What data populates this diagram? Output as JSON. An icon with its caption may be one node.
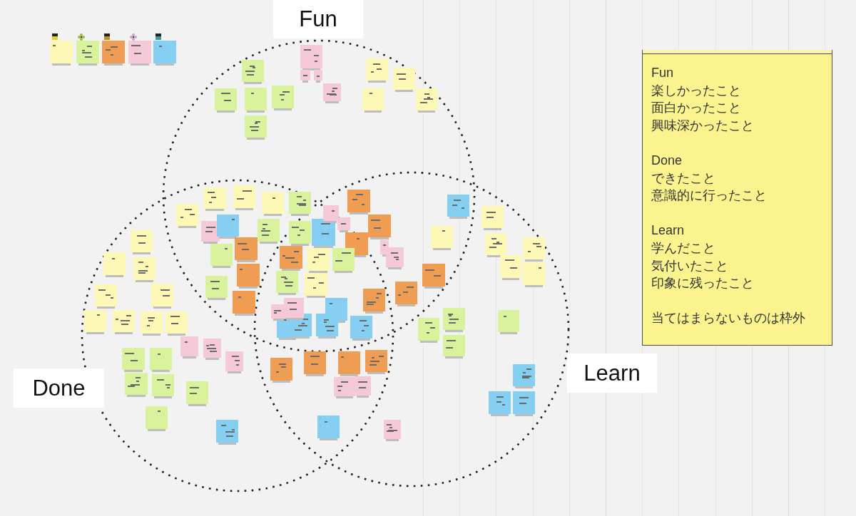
{
  "diagram": {
    "nodes": [
      {
        "text": [
          "Fun"
        ]
      },
      {
        "text": [
          "Done"
        ]
      },
      {
        "text": [
          "Learn"
        ]
      },
      {
        "text": [
          "Fun",
          "楽しかったこと",
          "面白かったこと",
          "興味深かったこと",
          "Done",
          "できたこと",
          "意識的に行ったこと",
          "Learn",
          "学んだこと",
          "気付いたこと",
          "印象に残ったこと",
          "当てはまらないものは枠外"
        ]
      }
    ]
  }
}
